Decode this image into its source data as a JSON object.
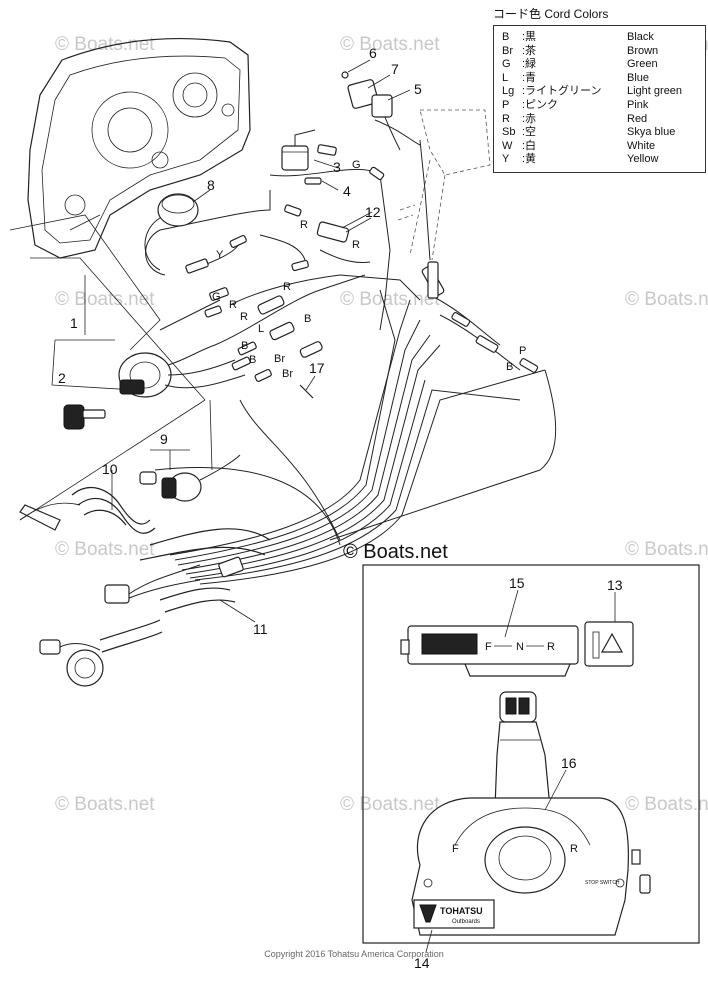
{
  "legend": {
    "title": "コード色 Cord Colors",
    "rows": [
      {
        "code": "B",
        "jp": ":黒",
        "en": "Black"
      },
      {
        "code": "Br",
        "jp": ":茶",
        "en": "Brown"
      },
      {
        "code": "G",
        "jp": ":緑",
        "en": "Green"
      },
      {
        "code": "L",
        "jp": ":青",
        "en": "Blue"
      },
      {
        "code": "Lg",
        "jp": ":ライトグリーン",
        "en": "Light green"
      },
      {
        "code": "P",
        "jp": ":ピンク",
        "en": "Pink"
      },
      {
        "code": "R",
        "jp": ":赤",
        "en": "Red"
      },
      {
        "code": "Sb",
        "jp": ":空",
        "en": "Skya blue"
      },
      {
        "code": "W",
        "jp": ":白",
        "en": "White"
      },
      {
        "code": "Y",
        "jp": ":黄",
        "en": "Yellow"
      }
    ]
  },
  "callouts": [
    "1",
    "2",
    "3",
    "4",
    "5",
    "6",
    "7",
    "8",
    "9",
    "10",
    "11",
    "12",
    "13",
    "14",
    "15",
    "16",
    "17"
  ],
  "wire_labels": {
    "g_top": "G",
    "r_12": "R",
    "r_12b": "R",
    "y": "Y",
    "g_mid": "G",
    "r_mid": "R",
    "r_mid2": "R",
    "r_up": "R",
    "l": "L",
    "b1": "B",
    "b2": "B",
    "b3": "B",
    "br1": "Br",
    "br2": "Br",
    "p": "P",
    "b_right": "B"
  },
  "gauge": {
    "f": "F",
    "n": "N",
    "r": "R"
  },
  "lever": {
    "f": "F",
    "r": "R",
    "brand": "TOHATSU",
    "brand_sub": "Outboards",
    "stop_label": "STOP SWITCH"
  },
  "watermark": "© Boats.net",
  "boats_big": "© Boats.net",
  "copyright": "Copyright 2016 Tohatsu America Corporation"
}
